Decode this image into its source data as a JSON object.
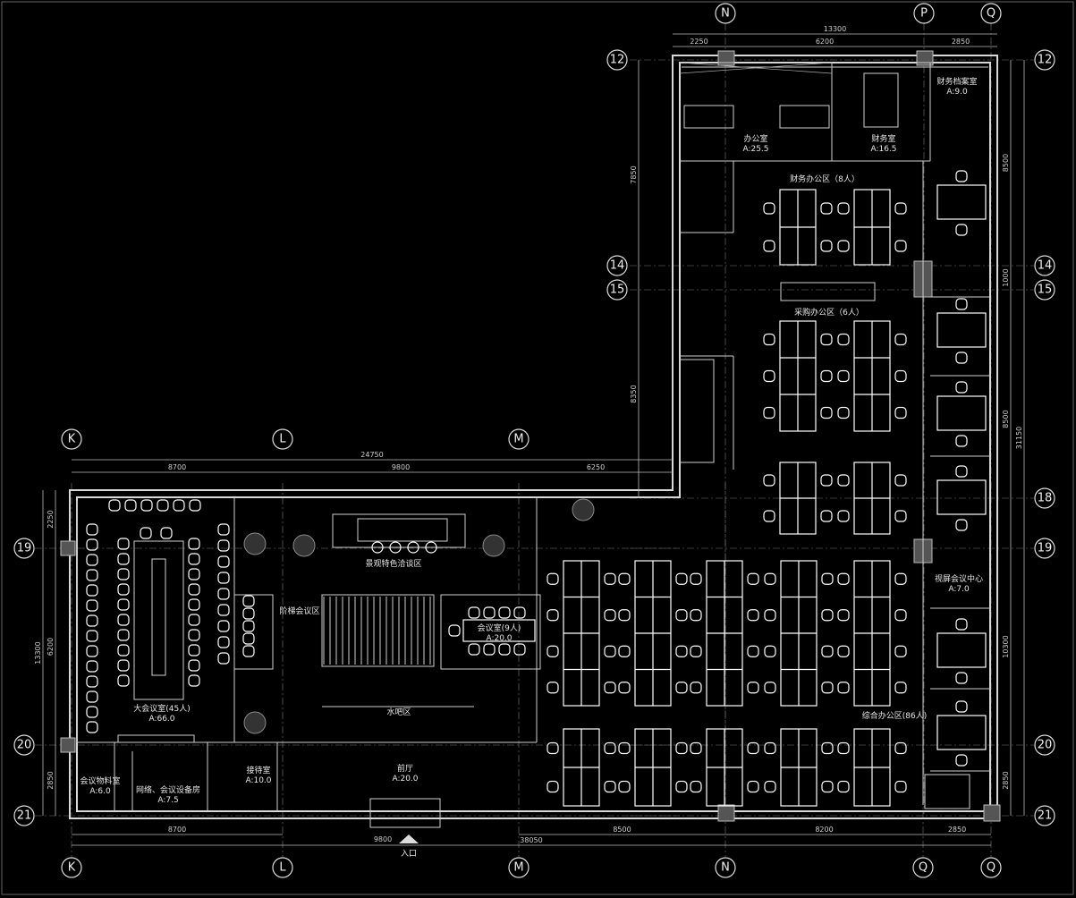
{
  "grid_top": [
    "N",
    "P",
    "Q"
  ],
  "grid_bottom": [
    "K",
    "L",
    "M",
    "N",
    "Q",
    "Q"
  ],
  "grid_upper_left": [
    "K",
    "L",
    "M"
  ],
  "grid_right": [
    "12",
    "14",
    "15",
    "18",
    "19",
    "20",
    "21"
  ],
  "grid_left_lower": [
    "19",
    "20",
    "21"
  ],
  "grid_left_upper": [
    "12",
    "14",
    "15"
  ],
  "dimensions": {
    "top_total": "13300",
    "top_a": "2250",
    "top_b": "6200",
    "top_c": "2850",
    "right_a": "8500",
    "right_b": "1000",
    "right_c": "8500",
    "right_total": "31150",
    "right_d": "10300",
    "right_e": "2850",
    "upper_left_a": "7850",
    "upper_left_b": "8350",
    "mid_total": "24750",
    "mid_a": "8700",
    "mid_b": "9800",
    "mid_c": "6250",
    "left_a": "2250",
    "left_total": "13300",
    "left_b": "6200",
    "left_c": "2850",
    "bottom_a": "8700",
    "bottom_total": "38050",
    "bottom_b": "8500",
    "bottom_c": "8200",
    "bottom_d": "2850",
    "bottom_door": "9800"
  },
  "rooms": [
    {
      "name": "办公室",
      "area": "A:25.5"
    },
    {
      "name": "财务室",
      "area": "A:16.5"
    },
    {
      "name": "财务档案室",
      "area": "A:9.0"
    },
    {
      "name": "财务办公区（8人）",
      "area": ""
    },
    {
      "name": "采购办公区（6人）",
      "area": ""
    },
    {
      "name": "视屏会议中心",
      "area": "A:7.0"
    },
    {
      "name": "综合办公区(86人)",
      "area": ""
    },
    {
      "name": "大会议室(45人)",
      "area": "A:66.0"
    },
    {
      "name": "会议室(9人)",
      "area": "A:20.0"
    },
    {
      "name": "阶梯会议区",
      "area": ""
    },
    {
      "name": "景观特色洽谈区",
      "area": ""
    },
    {
      "name": "水吧区",
      "area": ""
    },
    {
      "name": "接待室",
      "area": "A:10.0"
    },
    {
      "name": "前厅",
      "area": "A:20.0"
    },
    {
      "name": "会议物料室",
      "area": "A:6.0"
    },
    {
      "name": "网络、会议设备房",
      "area": "A:7.5"
    }
  ],
  "entrance_label": "入口",
  "colors": {
    "background": "#000000",
    "lines": "#ffffff",
    "walls": "#555555"
  }
}
